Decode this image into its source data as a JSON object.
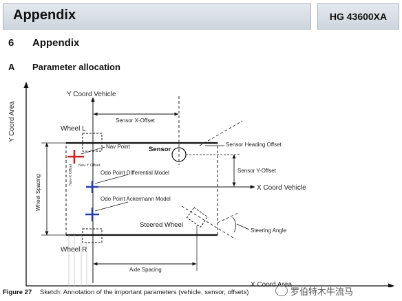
{
  "header": {
    "title": "Appendix",
    "doc_code": "HG 43600XA"
  },
  "section": {
    "number": "6",
    "title": "Appendix"
  },
  "subsection": {
    "letter": "A",
    "title": "Parameter allocation"
  },
  "diagram": {
    "axis_y_area": "Y Coord Area",
    "axis_x_area": "X Coord Area",
    "axis_y_vehicle": "Y Coord Vehicle",
    "axis_x_vehicle": "X Coord Vehicle",
    "wheel_l": "Wheel L",
    "wheel_r": "Wheel R",
    "sensor_x_offset": "Sensor X-Offset",
    "sensor_y_offset": "Sensor Y-Offset",
    "sensor": "Sensor",
    "sensor_heading_offset": "Sensor Heading Offset",
    "nav_point": "Nav Point",
    "nav_y_offset": "Nav-Y Offset",
    "nav_x_offset": "Nav-X Offset",
    "odo_diff": "Odo Point Differential Model",
    "odo_ackermann": "Odo Point Ackermann Model",
    "steered_wheel": "Steered Wheel",
    "steering_angle": "Steering Angle",
    "wheel_spacing": "Wheel Spacing",
    "axle_spacing": "Axle Spacing",
    "colors": {
      "nav_point": "#cc2222",
      "odo_point": "#1f3fb3",
      "line": "#111111"
    }
  },
  "caption": {
    "label": "Figure 27",
    "text": "Sketch: Annotation of the important parameters (vehicle, sensor, offsets)"
  },
  "watermark": {
    "text": "罗伯特木牛流马"
  }
}
